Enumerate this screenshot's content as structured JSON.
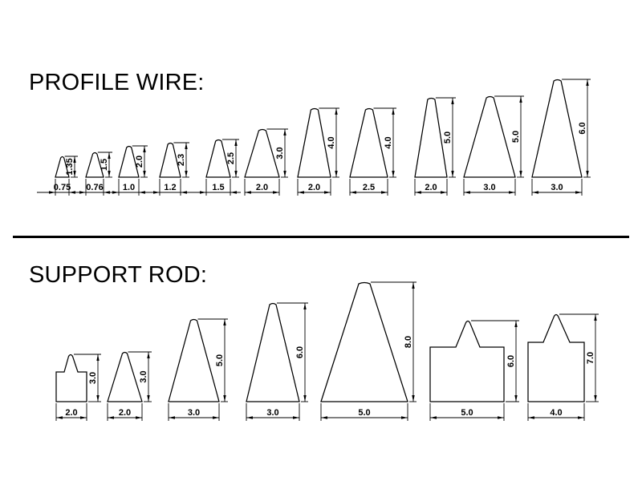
{
  "drawing": {
    "background_color": "#ffffff",
    "line_color": "#000000",
    "units_note": ""
  },
  "sections": [
    {
      "id": "profile_wire",
      "title": "PROFILE WIRE:",
      "shapes": [
        {
          "form": "wedge",
          "width": "0.75",
          "height": "1.35"
        },
        {
          "form": "wedge",
          "width": "0.76",
          "height": "1.5"
        },
        {
          "form": "wedge",
          "width": "1.0",
          "height": "2.0"
        },
        {
          "form": "wedge",
          "width": "1.2",
          "height": "2.3"
        },
        {
          "form": "wedge",
          "width": "1.5",
          "height": "2.5"
        },
        {
          "form": "wedge",
          "width": "2.0",
          "height": "3.0"
        },
        {
          "form": "wedge",
          "width": "2.0",
          "height": "4.0"
        },
        {
          "form": "wedge",
          "width": "2.5",
          "height": "4.0"
        },
        {
          "form": "wedge",
          "width": "2.0",
          "height": "5.0"
        },
        {
          "form": "wedge",
          "width": "3.0",
          "height": "5.0"
        },
        {
          "form": "wedge",
          "width": "3.0",
          "height": "6.0"
        }
      ]
    },
    {
      "id": "support_rod",
      "title": "SUPPORT ROD:",
      "shapes": [
        {
          "form": "peaked-post",
          "width": "2.0",
          "height": "3.0"
        },
        {
          "form": "wedge",
          "width": "2.0",
          "height": "3.0"
        },
        {
          "form": "wedge",
          "width": "3.0",
          "height": "5.0"
        },
        {
          "form": "wedge",
          "width": "3.0",
          "height": "6.0"
        },
        {
          "form": "wedge",
          "width": "5.0",
          "height": "8.0"
        },
        {
          "form": "peaked-post",
          "width": "5.0",
          "height": "6.0"
        },
        {
          "form": "peaked-post",
          "width": "4.0",
          "height": "7.0"
        }
      ]
    }
  ]
}
